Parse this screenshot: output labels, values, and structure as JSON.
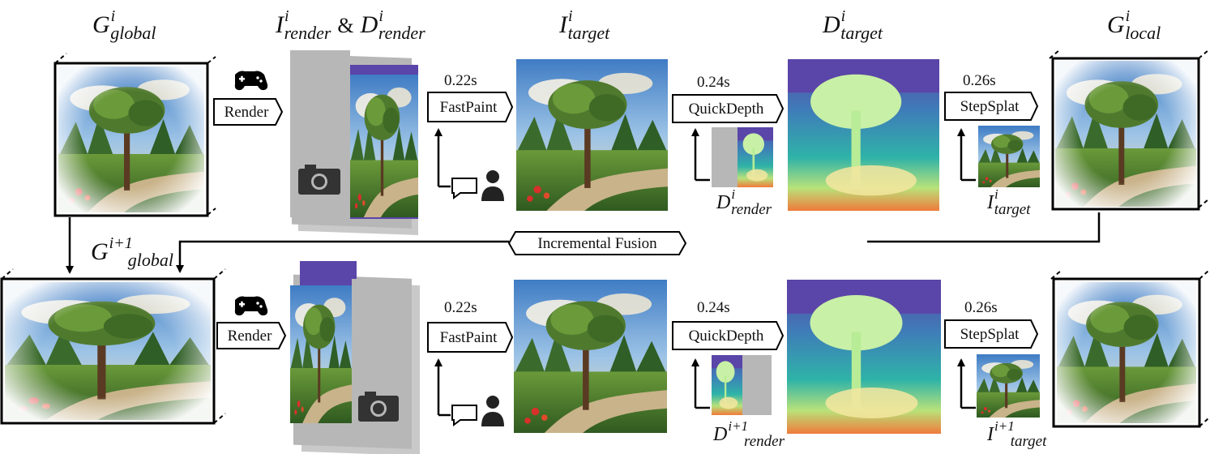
{
  "labels": {
    "g_global": {
      "base": "G",
      "sup": "i",
      "sub": "global"
    },
    "render_pair": {
      "a": {
        "base": "I",
        "sup": "i",
        "sub": "render"
      },
      "joiner": "&",
      "b": {
        "base": "D",
        "sup": "i",
        "sub": "render"
      }
    },
    "i_target": {
      "base": "I",
      "sup": "i",
      "sub": "target"
    },
    "d_target": {
      "base": "D",
      "sup": "i",
      "sub": "target"
    },
    "g_local": {
      "base": "G",
      "sup": "i",
      "sub": "local"
    },
    "g_global_next": {
      "base": "G",
      "sup": "i+1",
      "sub": "global"
    },
    "d_render_small_top": {
      "base": "D",
      "sup": "i",
      "sub": "render"
    },
    "i_target_small_top": {
      "base": "I",
      "sup": "i",
      "sub": "target"
    },
    "d_render_small_bottom": {
      "base": "D",
      "sup": "i+1",
      "sub": "render"
    },
    "i_target_small_bottom": {
      "base": "I",
      "sup": "i+1",
      "sub": "target"
    }
  },
  "steps": {
    "render": "Render",
    "fastpaint": "FastPaint",
    "quickdepth": "QuickDepth",
    "stepsplat": "StepSplat",
    "fusion": "Incremental Fusion"
  },
  "timings": {
    "fastpaint": "0.22s",
    "quickdepth": "0.24s",
    "stepsplat": "0.26s"
  },
  "icons": [
    "gamepad-icon",
    "camera-icon",
    "chat-bubble-icon",
    "person-icon"
  ],
  "colors": {
    "depth_far": "#5a45a8",
    "depth_near": "#f2c94c",
    "depth_mid": "#2fb3a8",
    "frame_gray": "#b7b7b7",
    "sky": "#5d93cf",
    "foliage": "#466a2a"
  }
}
